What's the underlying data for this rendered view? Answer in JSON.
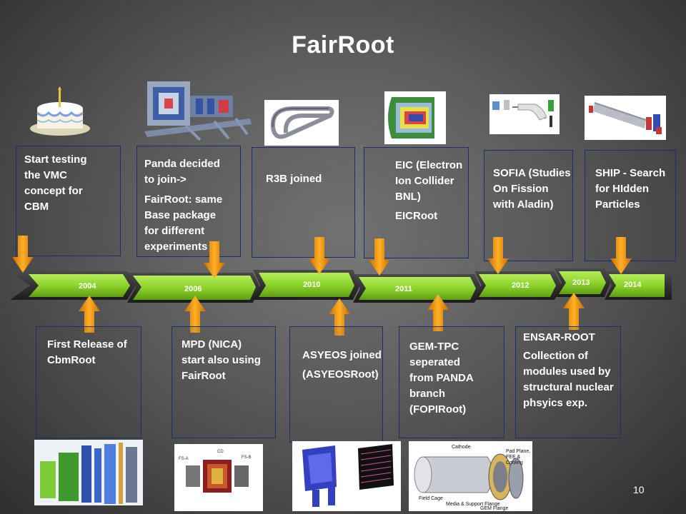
{
  "slide": {
    "title": "FairRoot",
    "page_number": "10"
  },
  "timeline": {
    "years": [
      "2004",
      "2006",
      "2010",
      "2011",
      "2012",
      "2013",
      "2014"
    ],
    "color": "#8bd42a"
  },
  "events_top": [
    {
      "text": "Start testing\nthe VMC\nconcept for\nCBM",
      "year": "2004"
    },
    {
      "text": "Panda decided\nto join->",
      "text2": "FairRoot: same\nBase package\nfor different\nexperiments",
      "year": "2006"
    },
    {
      "text": "R3B joined",
      "year": "2010"
    },
    {
      "text": "EIC (Electron\nIon Collider\nBNL)",
      "text2": "EICRoot",
      "year": "2011"
    },
    {
      "text": "SOFIA (Studies\nOn Fission\nwith Aladin)",
      "year": "2012"
    },
    {
      "text": "SHIP - Search\nfor HIdden\nParticles",
      "year": "2014"
    }
  ],
  "events_bottom": [
    {
      "text": "First Release of\nCbmRoot",
      "year": "2004"
    },
    {
      "text": "MPD (NICA)\nstart also using\nFairRoot",
      "year": "2006"
    },
    {
      "text": "ASYEOS joined",
      "text2": "(ASYEOSRoot)",
      "year": "2010"
    },
    {
      "text": "GEM-TPC\nseperated\nfrom PANDA\nbranch\n(FOPIRoot)",
      "year": "2011"
    },
    {
      "text": "ENSAR-ROOT",
      "text2": "Collection of\nmodules used by\nstructural nuclear\nphsyics exp.",
      "year": "2013"
    }
  ],
  "images": [
    {
      "name": "birthday-cake",
      "icon": "cake-icon"
    },
    {
      "name": "panda-detector",
      "icon": "detector-icon"
    },
    {
      "name": "r3b-magnet",
      "icon": "magnet-coil-icon"
    },
    {
      "name": "eic-detector",
      "icon": "detector-icon"
    },
    {
      "name": "sofia-setup",
      "icon": "beamline-icon"
    },
    {
      "name": "ship-setup",
      "icon": "beamline-icon"
    },
    {
      "name": "cbm-detector",
      "icon": "detector-icon"
    },
    {
      "name": "mpd-detector",
      "icon": "detector-icon"
    },
    {
      "name": "asyeos-setup",
      "icon": "detector-icon"
    },
    {
      "name": "gem-tpc",
      "icon": "tpc-icon"
    }
  ],
  "gem_tpc_labels": {
    "cathode": "Cathode",
    "pad_plane": "Pad Plane,\nFEE &\nCooling",
    "field_cage": "Field Cage",
    "media": "Media & Support Flange",
    "gem_flange": "GEM Flange"
  },
  "colors": {
    "box_border": "#1c2f6b",
    "arrow_orange": "#f29a10",
    "timeline_green": "#8bd42a"
  }
}
